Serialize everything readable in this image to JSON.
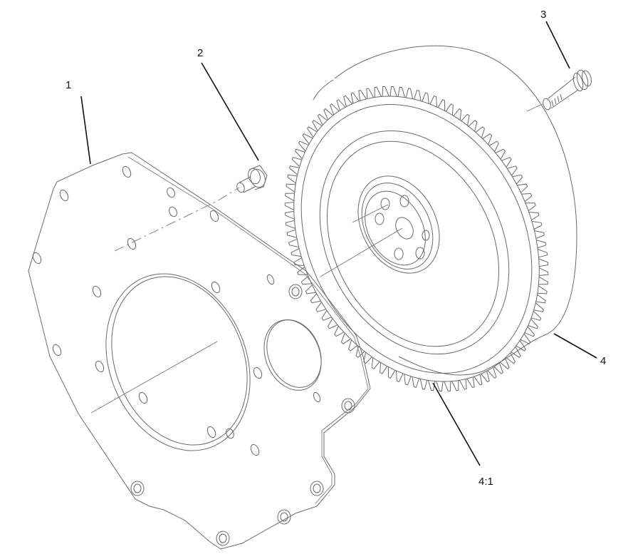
{
  "diagram": {
    "type": "exploded-parts-diagram",
    "subject": "engine adapter plate, plug, bolt, flywheel with ring gear",
    "colors": {
      "line": "#6a6a6a",
      "leader": "#111111",
      "background": "#ffffff"
    },
    "callouts": [
      {
        "id": "1",
        "label": "1",
        "part": "adapter-plate"
      },
      {
        "id": "2",
        "label": "2",
        "part": "plug-screw"
      },
      {
        "id": "3",
        "label": "3",
        "part": "flywheel-bolt"
      },
      {
        "id": "4",
        "label": "4",
        "part": "flywheel"
      },
      {
        "id": "4:1",
        "label": "4:1",
        "part": "ring-gear"
      }
    ]
  }
}
